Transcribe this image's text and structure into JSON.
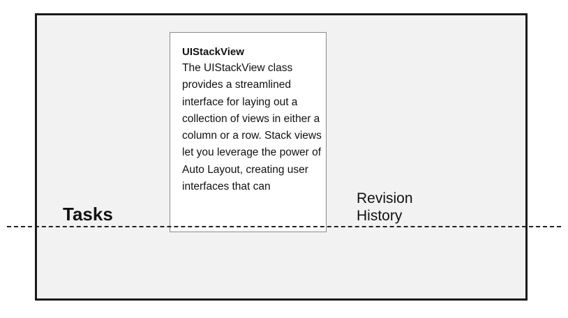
{
  "card": {
    "title": "UIStackView",
    "body": "The UIStackView class provides a streamlined interface for laying out a collection of views in either a column or a row. Stack views let you leverage the power of Auto Layout, creating user interfaces that can"
  },
  "labels": {
    "tasks": "Tasks",
    "revision_history": "Revision History"
  },
  "colors": {
    "canvas_background": "#f2f2f2",
    "border": "#1a1a1a",
    "card_background": "#ffffff",
    "card_border": "#8a8a8a"
  }
}
